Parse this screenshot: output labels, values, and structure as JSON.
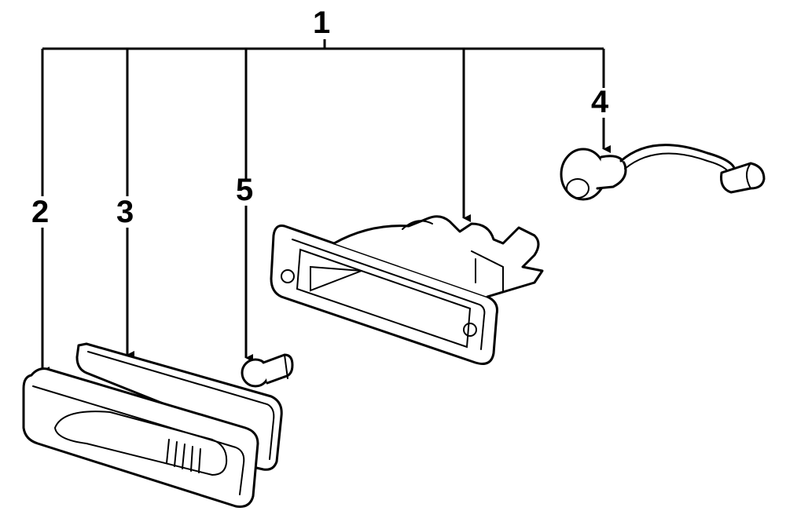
{
  "diagram": {
    "callouts": {
      "assembly": "1",
      "lens": "2",
      "gasket": "3",
      "socket": "4",
      "bulb": "5"
    },
    "colors": {
      "line": "#000000",
      "background": "#ffffff"
    }
  }
}
